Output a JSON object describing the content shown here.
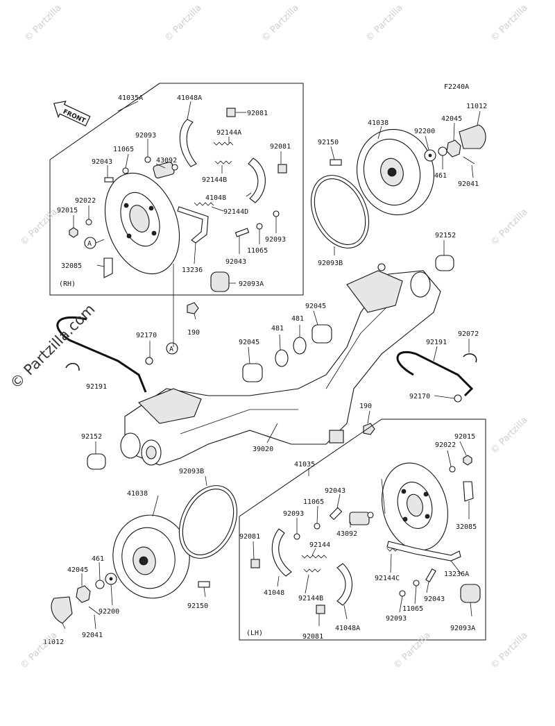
{
  "diagram_code": "F2240A",
  "front_label": "FRONT",
  "box_rh": "(RH)",
  "box_lh": "(LH)",
  "callout_a": "A",
  "watermark": "© Partzilla.com",
  "watermark_small": "© Partzilla",
  "labels": [
    {
      "id": "l1",
      "text": "41035A"
    },
    {
      "id": "l2",
      "text": "41048A"
    },
    {
      "id": "l3",
      "text": "92081"
    },
    {
      "id": "l4",
      "text": "92093"
    },
    {
      "id": "l5",
      "text": "92144A"
    },
    {
      "id": "l6",
      "text": "11065"
    },
    {
      "id": "l7",
      "text": "92081"
    },
    {
      "id": "l8",
      "text": "92043"
    },
    {
      "id": "l9",
      "text": "43092"
    },
    {
      "id": "l10",
      "text": "92144B"
    },
    {
      "id": "l11",
      "text": "92022"
    },
    {
      "id": "l12",
      "text": "41048"
    },
    {
      "id": "l13",
      "text": "92015"
    },
    {
      "id": "l14",
      "text": "92144D"
    },
    {
      "id": "l15",
      "text": "92093"
    },
    {
      "id": "l16",
      "text": "11065"
    },
    {
      "id": "l17",
      "text": "92043"
    },
    {
      "id": "l18",
      "text": "32085"
    },
    {
      "id": "l19",
      "text": "13236"
    },
    {
      "id": "l20",
      "text": "92093A"
    },
    {
      "id": "l21",
      "text": "41038"
    },
    {
      "id": "l22",
      "text": "92200"
    },
    {
      "id": "l23",
      "text": "42045"
    },
    {
      "id": "l24",
      "text": "11012"
    },
    {
      "id": "l25",
      "text": "92150"
    },
    {
      "id": "l26",
      "text": "461"
    },
    {
      "id": "l27",
      "text": "92041"
    },
    {
      "id": "l28",
      "text": "92093B"
    },
    {
      "id": "l29",
      "text": "92152"
    },
    {
      "id": "l30",
      "text": "190"
    },
    {
      "id": "l31",
      "text": "92045"
    },
    {
      "id": "l32",
      "text": "481"
    },
    {
      "id": "l33",
      "text": "481"
    },
    {
      "id": "l34",
      "text": "92045"
    },
    {
      "id": "l35",
      "text": "92170"
    },
    {
      "id": "l36",
      "text": "92072"
    },
    {
      "id": "l37",
      "text": "92191"
    },
    {
      "id": "l38",
      "text": "92191"
    },
    {
      "id": "l39",
      "text": "92170"
    },
    {
      "id": "l40",
      "text": "190"
    },
    {
      "id": "l41",
      "text": "92152"
    },
    {
      "id": "l42",
      "text": "39020"
    },
    {
      "id": "l43",
      "text": "92015"
    },
    {
      "id": "l44",
      "text": "92022"
    },
    {
      "id": "l45",
      "text": "41035"
    },
    {
      "id": "l46",
      "text": "92093B"
    },
    {
      "id": "l47",
      "text": "41038"
    },
    {
      "id": "l48",
      "text": "92043"
    },
    {
      "id": "l49",
      "text": "11065"
    },
    {
      "id": "l50",
      "text": "92093"
    },
    {
      "id": "l51",
      "text": "43092"
    },
    {
      "id": "l52",
      "text": "92081"
    },
    {
      "id": "l53",
      "text": "92144"
    },
    {
      "id": "l54",
      "text": "32085"
    },
    {
      "id": "l55",
      "text": "461"
    },
    {
      "id": "l56",
      "text": "42045"
    },
    {
      "id": "l57",
      "text": "92144C"
    },
    {
      "id": "l58",
      "text": "13236A"
    },
    {
      "id": "l59",
      "text": "41048"
    },
    {
      "id": "l60",
      "text": "92144B"
    },
    {
      "id": "l61",
      "text": "92043"
    },
    {
      "id": "l62",
      "text": "92200"
    },
    {
      "id": "l63",
      "text": "92150"
    },
    {
      "id": "l64",
      "text": "11065"
    },
    {
      "id": "l65",
      "text": "92093"
    },
    {
      "id": "l66",
      "text": "92093A"
    },
    {
      "id": "l67",
      "text": "11012"
    },
    {
      "id": "l68",
      "text": "92041"
    },
    {
      "id": "l69",
      "text": "92081"
    },
    {
      "id": "l70",
      "text": "41048A"
    }
  ]
}
